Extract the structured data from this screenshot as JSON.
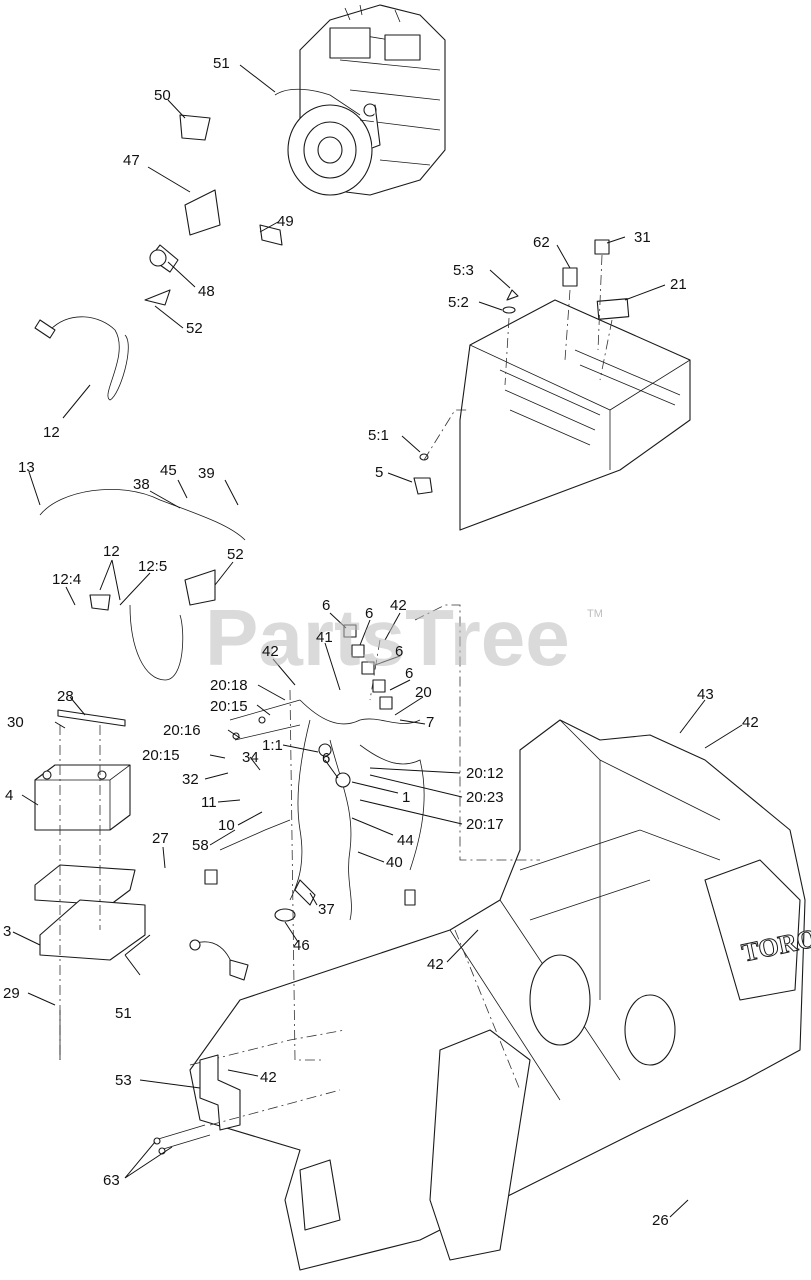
{
  "watermark": {
    "text": "PartsTree",
    "trademark": "TM"
  },
  "brand_logo": {
    "text": "TORO"
  },
  "callouts": [
    {
      "id": "c51a",
      "label": "51"
    },
    {
      "id": "c50",
      "label": "50"
    },
    {
      "id": "c47",
      "label": "47"
    },
    {
      "id": "c49",
      "label": "49"
    },
    {
      "id": "c48",
      "label": "48"
    },
    {
      "id": "c52a",
      "label": "52"
    },
    {
      "id": "c12a",
      "label": "12"
    },
    {
      "id": "c62",
      "label": "62"
    },
    {
      "id": "c31",
      "label": "31"
    },
    {
      "id": "c5_3",
      "label": "5:3"
    },
    {
      "id": "c21",
      "label": "21"
    },
    {
      "id": "c5_2",
      "label": "5:2"
    },
    {
      "id": "c5_1",
      "label": "5:1"
    },
    {
      "id": "c5",
      "label": "5"
    },
    {
      "id": "c13",
      "label": "13"
    },
    {
      "id": "c45",
      "label": "45"
    },
    {
      "id": "c39",
      "label": "39"
    },
    {
      "id": "c38",
      "label": "38"
    },
    {
      "id": "c12b",
      "label": "12"
    },
    {
      "id": "c52b",
      "label": "52"
    },
    {
      "id": "c12_4",
      "label": "12:4"
    },
    {
      "id": "c12_5",
      "label": "12:5"
    },
    {
      "id": "c6a",
      "label": "6"
    },
    {
      "id": "c6b",
      "label": "6"
    },
    {
      "id": "c42a",
      "label": "42"
    },
    {
      "id": "c6c",
      "label": "6"
    },
    {
      "id": "c41",
      "label": "41"
    },
    {
      "id": "c6d",
      "label": "6"
    },
    {
      "id": "c42b",
      "label": "42"
    },
    {
      "id": "c20",
      "label": "20"
    },
    {
      "id": "c20_18",
      "label": "20:18"
    },
    {
      "id": "c28",
      "label": "28"
    },
    {
      "id": "c20_15a",
      "label": "20:15"
    },
    {
      "id": "c7",
      "label": "7"
    },
    {
      "id": "c30",
      "label": "30"
    },
    {
      "id": "c20_16",
      "label": "20:16"
    },
    {
      "id": "c1_1",
      "label": "1:1"
    },
    {
      "id": "c6e",
      "label": "6"
    },
    {
      "id": "c20_15b",
      "label": "20:15"
    },
    {
      "id": "c34",
      "label": "34"
    },
    {
      "id": "c20_12",
      "label": "20:12"
    },
    {
      "id": "c4",
      "label": "4"
    },
    {
      "id": "c32",
      "label": "32"
    },
    {
      "id": "c1",
      "label": "1"
    },
    {
      "id": "c20_23",
      "label": "20:23"
    },
    {
      "id": "c11",
      "label": "11"
    },
    {
      "id": "c10",
      "label": "10"
    },
    {
      "id": "c20_17",
      "label": "20:17"
    },
    {
      "id": "c27",
      "label": "27"
    },
    {
      "id": "c44",
      "label": "44"
    },
    {
      "id": "c58",
      "label": "58"
    },
    {
      "id": "c40",
      "label": "40"
    },
    {
      "id": "c37",
      "label": "37"
    },
    {
      "id": "c3",
      "label": "3"
    },
    {
      "id": "c46",
      "label": "46"
    },
    {
      "id": "c29",
      "label": "29"
    },
    {
      "id": "c51b",
      "label": "51"
    },
    {
      "id": "c43",
      "label": "43"
    },
    {
      "id": "c42c",
      "label": "42"
    },
    {
      "id": "c42d",
      "label": "42"
    },
    {
      "id": "c53",
      "label": "53"
    },
    {
      "id": "c42e",
      "label": "42"
    },
    {
      "id": "c63",
      "label": "63"
    },
    {
      "id": "c26",
      "label": "26"
    }
  ]
}
